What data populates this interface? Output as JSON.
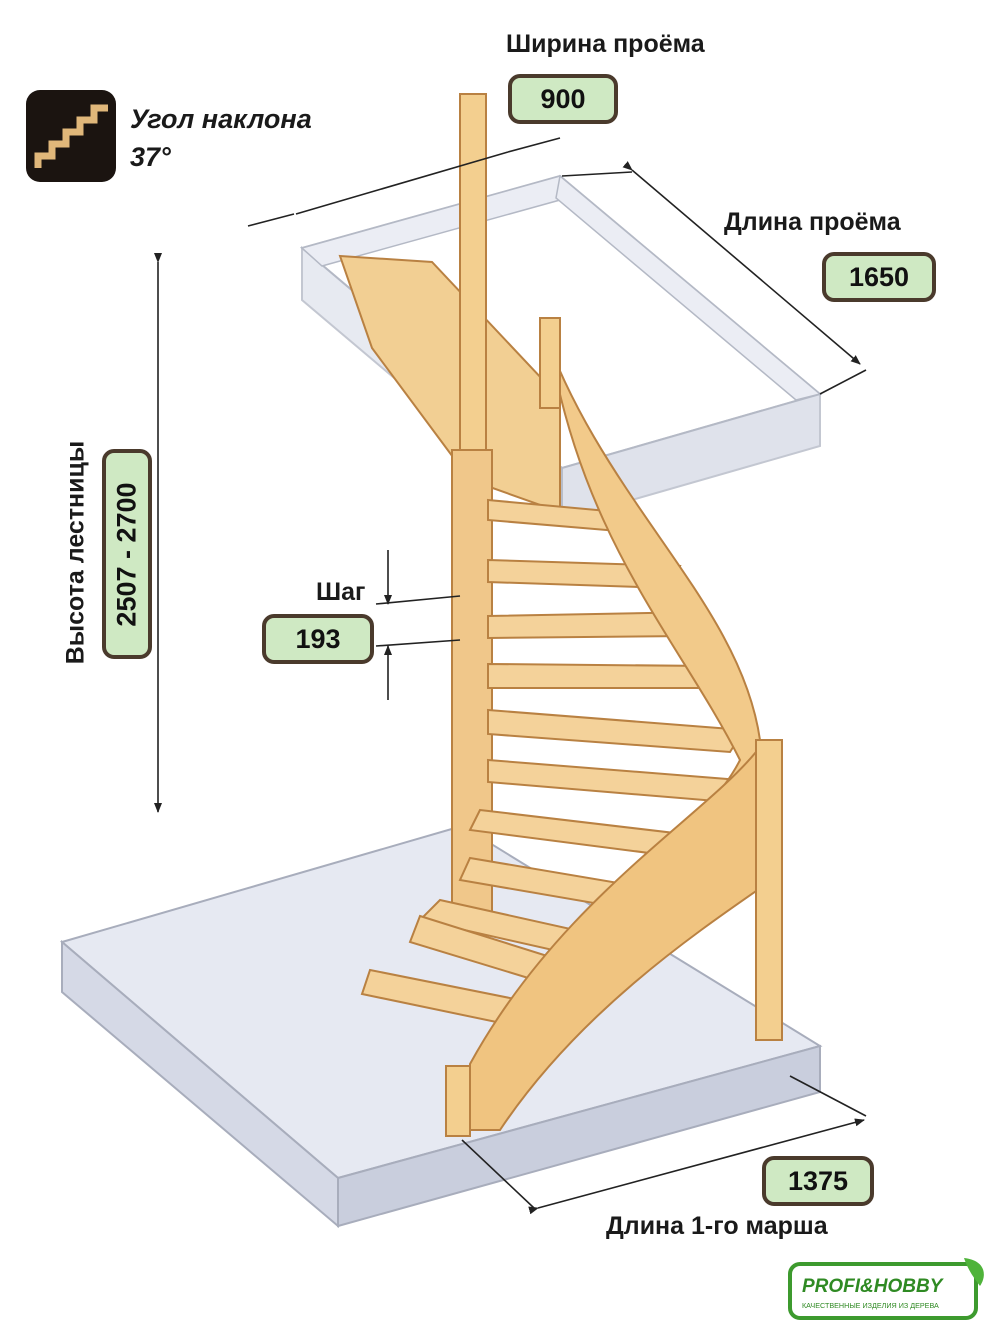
{
  "angle": {
    "label": "Угол наклона",
    "value": "37°",
    "icon": "stairs-icon"
  },
  "opening_width": {
    "label": "Ширина проёма",
    "value": "900"
  },
  "opening_length": {
    "label": "Длина проёма",
    "value": "1650"
  },
  "stair_height": {
    "label": "Высота лестницы",
    "value": "2507 - 2700"
  },
  "step": {
    "label": "Шаг",
    "value": "193"
  },
  "first_flight_length": {
    "label": "Длина 1-го марша",
    "value": "1375"
  },
  "logo": {
    "name": "PROFI&HOBBY",
    "tagline": "КАЧЕСТВЕННЫЕ ИЗДЕЛИЯ ИЗ ДЕРЕВА"
  },
  "colors": {
    "wood": "#f0c98a",
    "wood_dark": "#c98e4a",
    "glass": "#e4e8f2",
    "label_box": "#cfe9c3",
    "label_border": "#4a3a2c",
    "logo_green": "#3d9a2e"
  }
}
